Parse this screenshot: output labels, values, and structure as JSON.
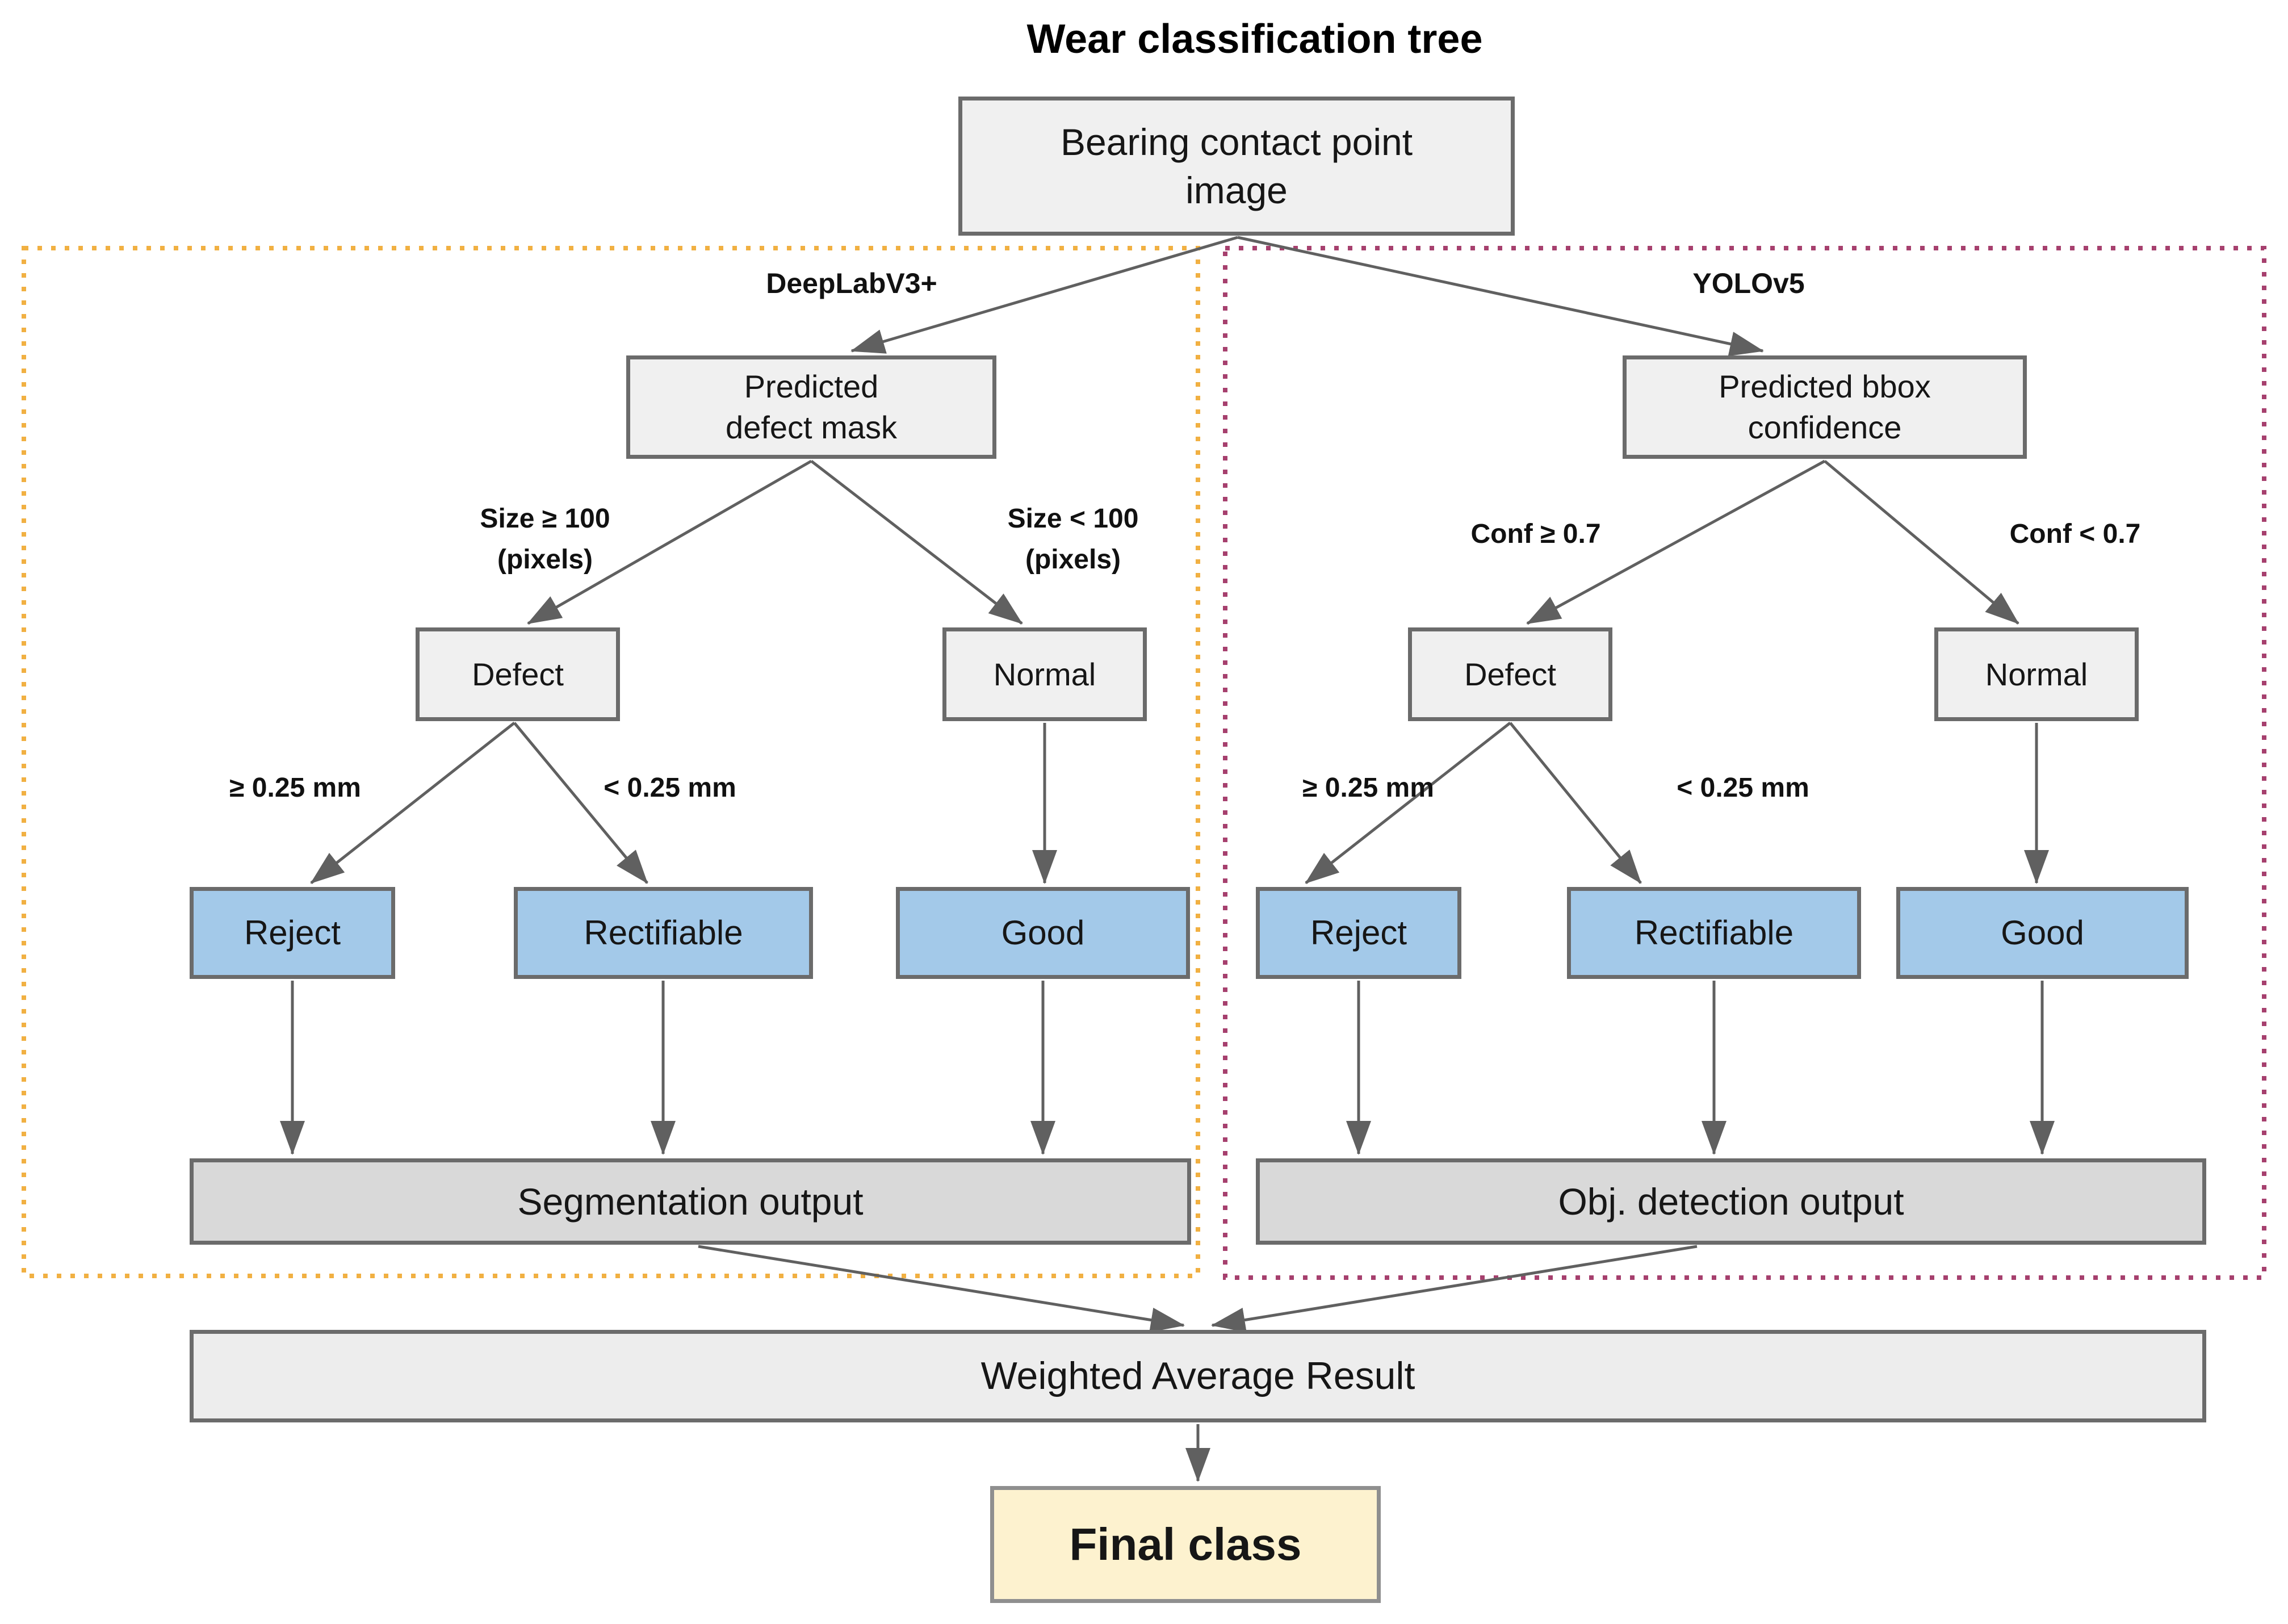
{
  "title": "Wear classification tree",
  "root": {
    "lines": [
      "Bearing contact point",
      "image"
    ]
  },
  "branches": [
    {
      "model": "DeepLabV3+",
      "node_lines": [
        "Predicted",
        "defect mask"
      ],
      "left_condition_lines": [
        "Size ≥ 100",
        "(pixels)"
      ],
      "right_condition_lines": [
        "Size < 100",
        "(pixels)"
      ],
      "defect": "Defect",
      "normal": "Normal",
      "reject_condition": "≥ 0.25 mm",
      "rectifiable_condition": "< 0.25 mm",
      "reject": "Reject",
      "rectifiable": "Rectifiable",
      "good": "Good",
      "output": "Segmentation output"
    },
    {
      "model": "YOLOv5",
      "node_lines": [
        "Predicted bbox",
        "confidence"
      ],
      "left_condition_lines": [
        "Conf ≥ 0.7"
      ],
      "right_condition_lines": [
        "Conf < 0.7"
      ],
      "defect": "Defect",
      "normal": "Normal",
      "reject_condition": "≥ 0.25 mm",
      "rectifiable_condition": "< 0.25 mm",
      "reject": "Reject",
      "rectifiable": "Rectifiable",
      "good": "Good",
      "output": "Obj. detection output"
    }
  ],
  "weighted": {
    "label": "Weighted Average Result"
  },
  "final": {
    "label": "Final class"
  },
  "colors": {
    "node_fill": "#f0f0f0",
    "leaf_fill": "#a3c9e9",
    "output_fill": "#d9d9d9",
    "final_fill": "#fdf2cf",
    "box_border": "#6b6b6b",
    "arrow": "#606060",
    "segmentation_frame": "#f1b042",
    "detection_frame": "#a6406e"
  }
}
